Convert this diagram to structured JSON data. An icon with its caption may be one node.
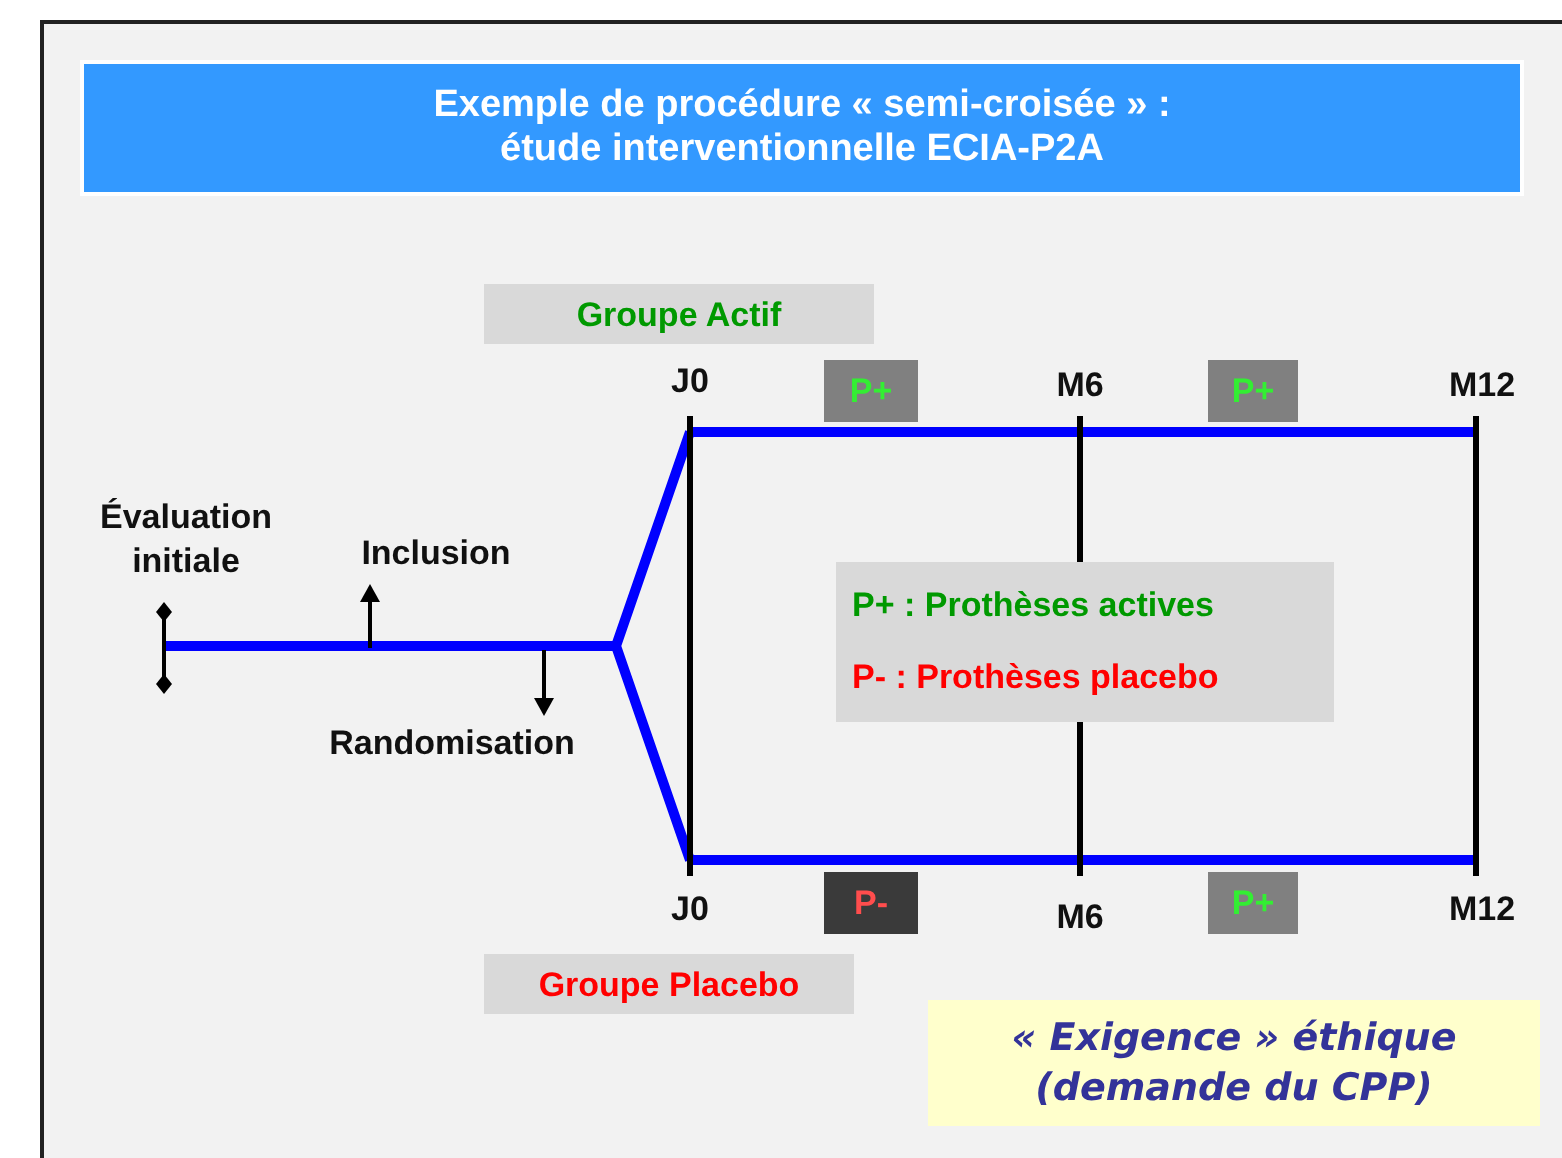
{
  "diagram": {
    "title": "Exemple de procédure « semi-croisée » : étude interventionnelle ECIA-P2A",
    "nodes": [
      {
        "text": [
          "Groupe Actif"
        ]
      },
      {
        "text": [
          "P+"
        ]
      },
      {
        "text": [
          "P+"
        ]
      },
      {
        "text": [
          "P+ : Prothèses actives",
          "P- : Prothèses placebo"
        ]
      },
      {
        "text": [
          "P-"
        ]
      },
      {
        "text": [
          "P+"
        ]
      },
      {
        "text": [
          "Groupe Placebo"
        ]
      },
      {
        "text": [
          "« Exigence » éthique (demande du CPP)"
        ]
      }
    ],
    "labels": [
      "Évaluation initiale",
      "Inclusion",
      "Randomisation",
      "J0",
      "M6",
      "M12",
      "J0",
      "M6",
      "M12"
    ]
  }
}
